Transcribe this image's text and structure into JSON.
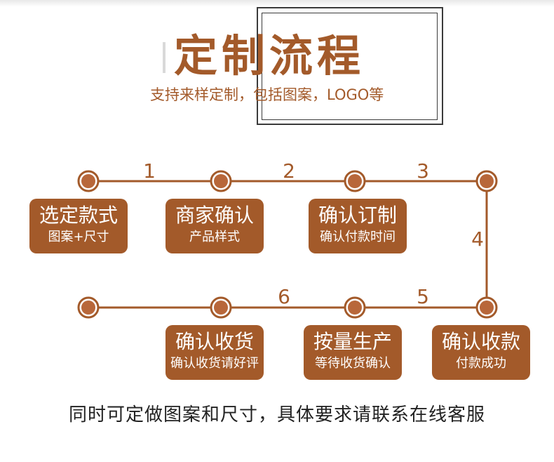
{
  "header": {
    "title": "定制流程",
    "subtitle": "支持来样定制，包括图案，LOGO等"
  },
  "steps": [
    {
      "main": "选定款式",
      "sub": "图案+尺寸"
    },
    {
      "main": "商家确认",
      "sub": "产品样式"
    },
    {
      "main": "确认订制",
      "sub": "确认付款时间"
    },
    {
      "main": "确认收款",
      "sub": "付款成功"
    },
    {
      "main": "按量生产",
      "sub": "等待收货确认"
    },
    {
      "main": "确认收货",
      "sub": "确认收货请好评"
    }
  ],
  "step_numbers": [
    "1",
    "2",
    "3",
    "4",
    "5",
    "6"
  ],
  "footer": {
    "note": "同时可定做图案和尺寸，具体要求请联系在线客服"
  },
  "colors": {
    "accent": "#a35a2a",
    "node_fill": "#b8673a",
    "text_dark": "#222222"
  }
}
